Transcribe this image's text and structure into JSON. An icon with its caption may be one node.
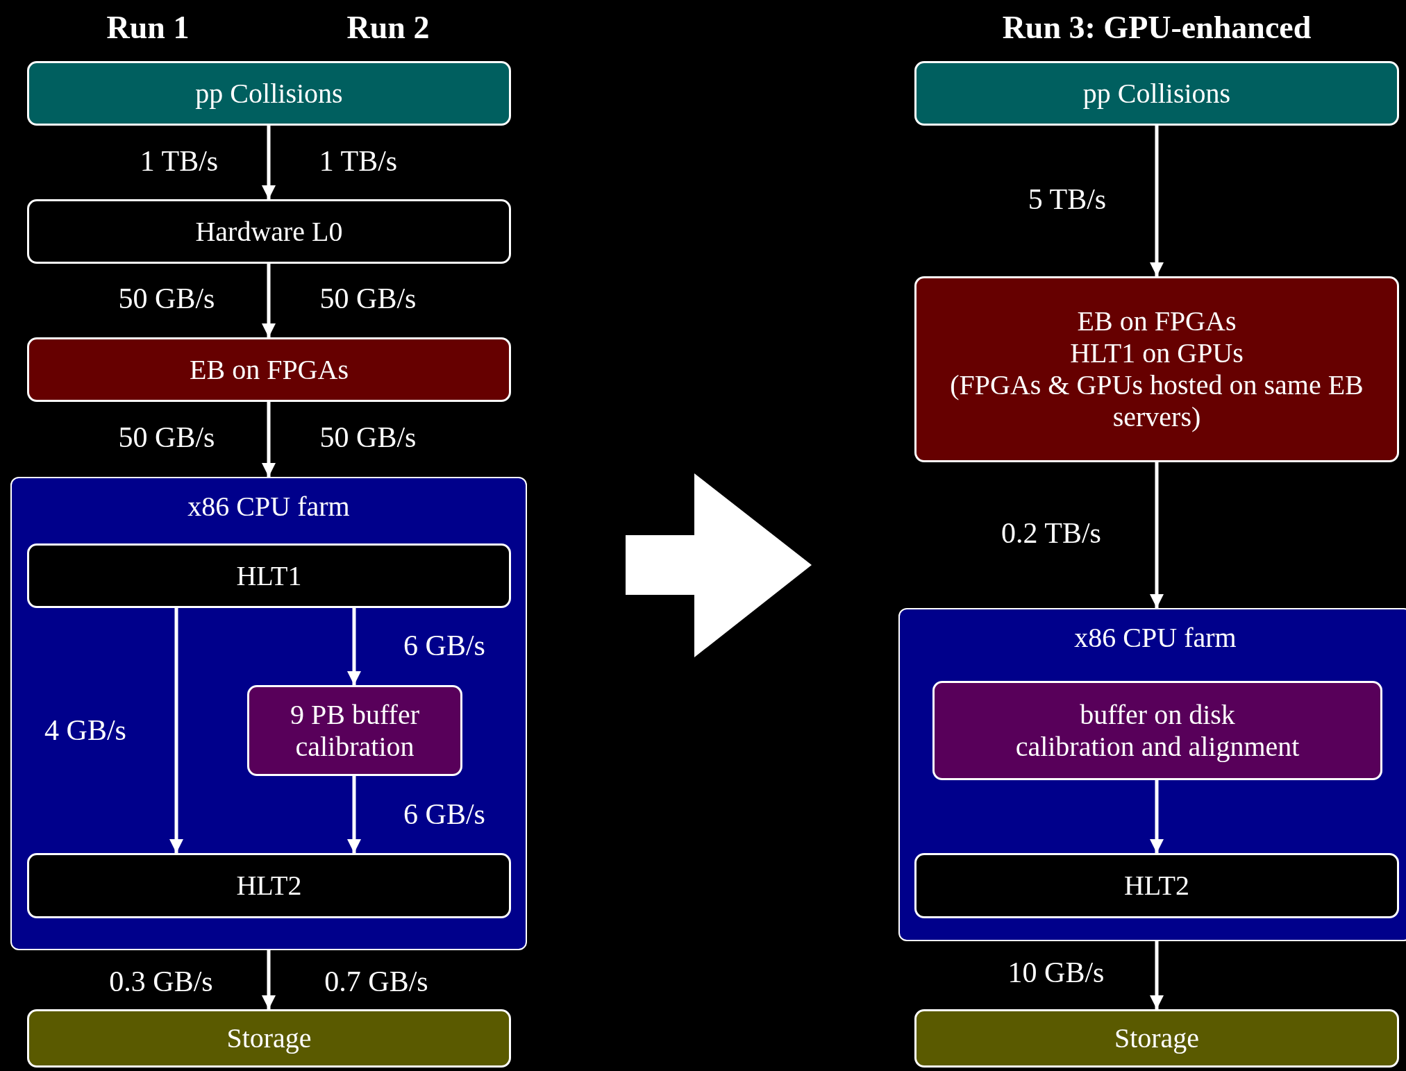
{
  "diagram": {
    "nodes": [
      {
        "text": [
          "pp Collisions"
        ]
      },
      {
        "text": [
          "Hardware L0"
        ]
      },
      {
        "text": [
          "EB on FPGAs"
        ]
      },
      {
        "text": [
          "x86 CPU farm"
        ]
      },
      {
        "text": [
          "HLT1"
        ],
        "in": 3
      },
      {
        "text": [
          "9 PB buffer",
          "calibration"
        ],
        "in": 3
      },
      {
        "text": [
          "HLT2"
        ],
        "in": 3
      },
      {
        "text": [
          "Storage"
        ]
      },
      {
        "text": [
          "pp Collisions"
        ]
      },
      {
        "text": [
          "EB on FPGAs",
          "HLT1 on GPUs",
          "(FPGAs & GPUs hosted on same EB servers)"
        ]
      },
      {
        "text": [
          "x86 CPU farm"
        ]
      },
      {
        "text": [
          "buffer on disk",
          "calibration and alignment"
        ],
        "in": 10
      },
      {
        "text": [
          "HLT2"
        ],
        "in": 10
      },
      {
        "text": [
          "Storage"
        ]
      }
    ],
    "edges": [
      {
        "from": 0,
        "to": 1,
        "arrow": "to",
        "label": "1 TB/s"
      },
      {
        "from": 1,
        "to": 2,
        "arrow": "to",
        "label": "50 GB/s"
      },
      {
        "from": 2,
        "to": 3,
        "arrow": "to",
        "label": "50 GB/s"
      },
      {
        "from": 4,
        "to": 6,
        "arrow": "to",
        "label": "4 GB/s"
      },
      {
        "from": 4,
        "to": 5,
        "arrow": "to",
        "label": "6 GB/s"
      },
      {
        "from": 5,
        "to": 6,
        "arrow": "to",
        "label": "6 GB/s"
      },
      {
        "from": 3,
        "to": 7,
        "arrow": "to",
        "label": "0.3 GB/s"
      },
      {
        "from": 8,
        "to": 9,
        "arrow": "to",
        "label": "5 TB/s"
      },
      {
        "from": 9,
        "to": 10,
        "arrow": "to",
        "label": "0.2 TB/s"
      },
      {
        "from": 11,
        "to": 12,
        "arrow": "to"
      },
      {
        "from": 10,
        "to": 13,
        "arrow": "to",
        "label": "10 GB/s"
      }
    ],
    "labels": [
      "Run 1",
      "Run 2",
      "Run 3: GPU-enhanced",
      "1 TB/s",
      "50 GB/s",
      "50 GB/s",
      "0.7 GB/s"
    ]
  }
}
